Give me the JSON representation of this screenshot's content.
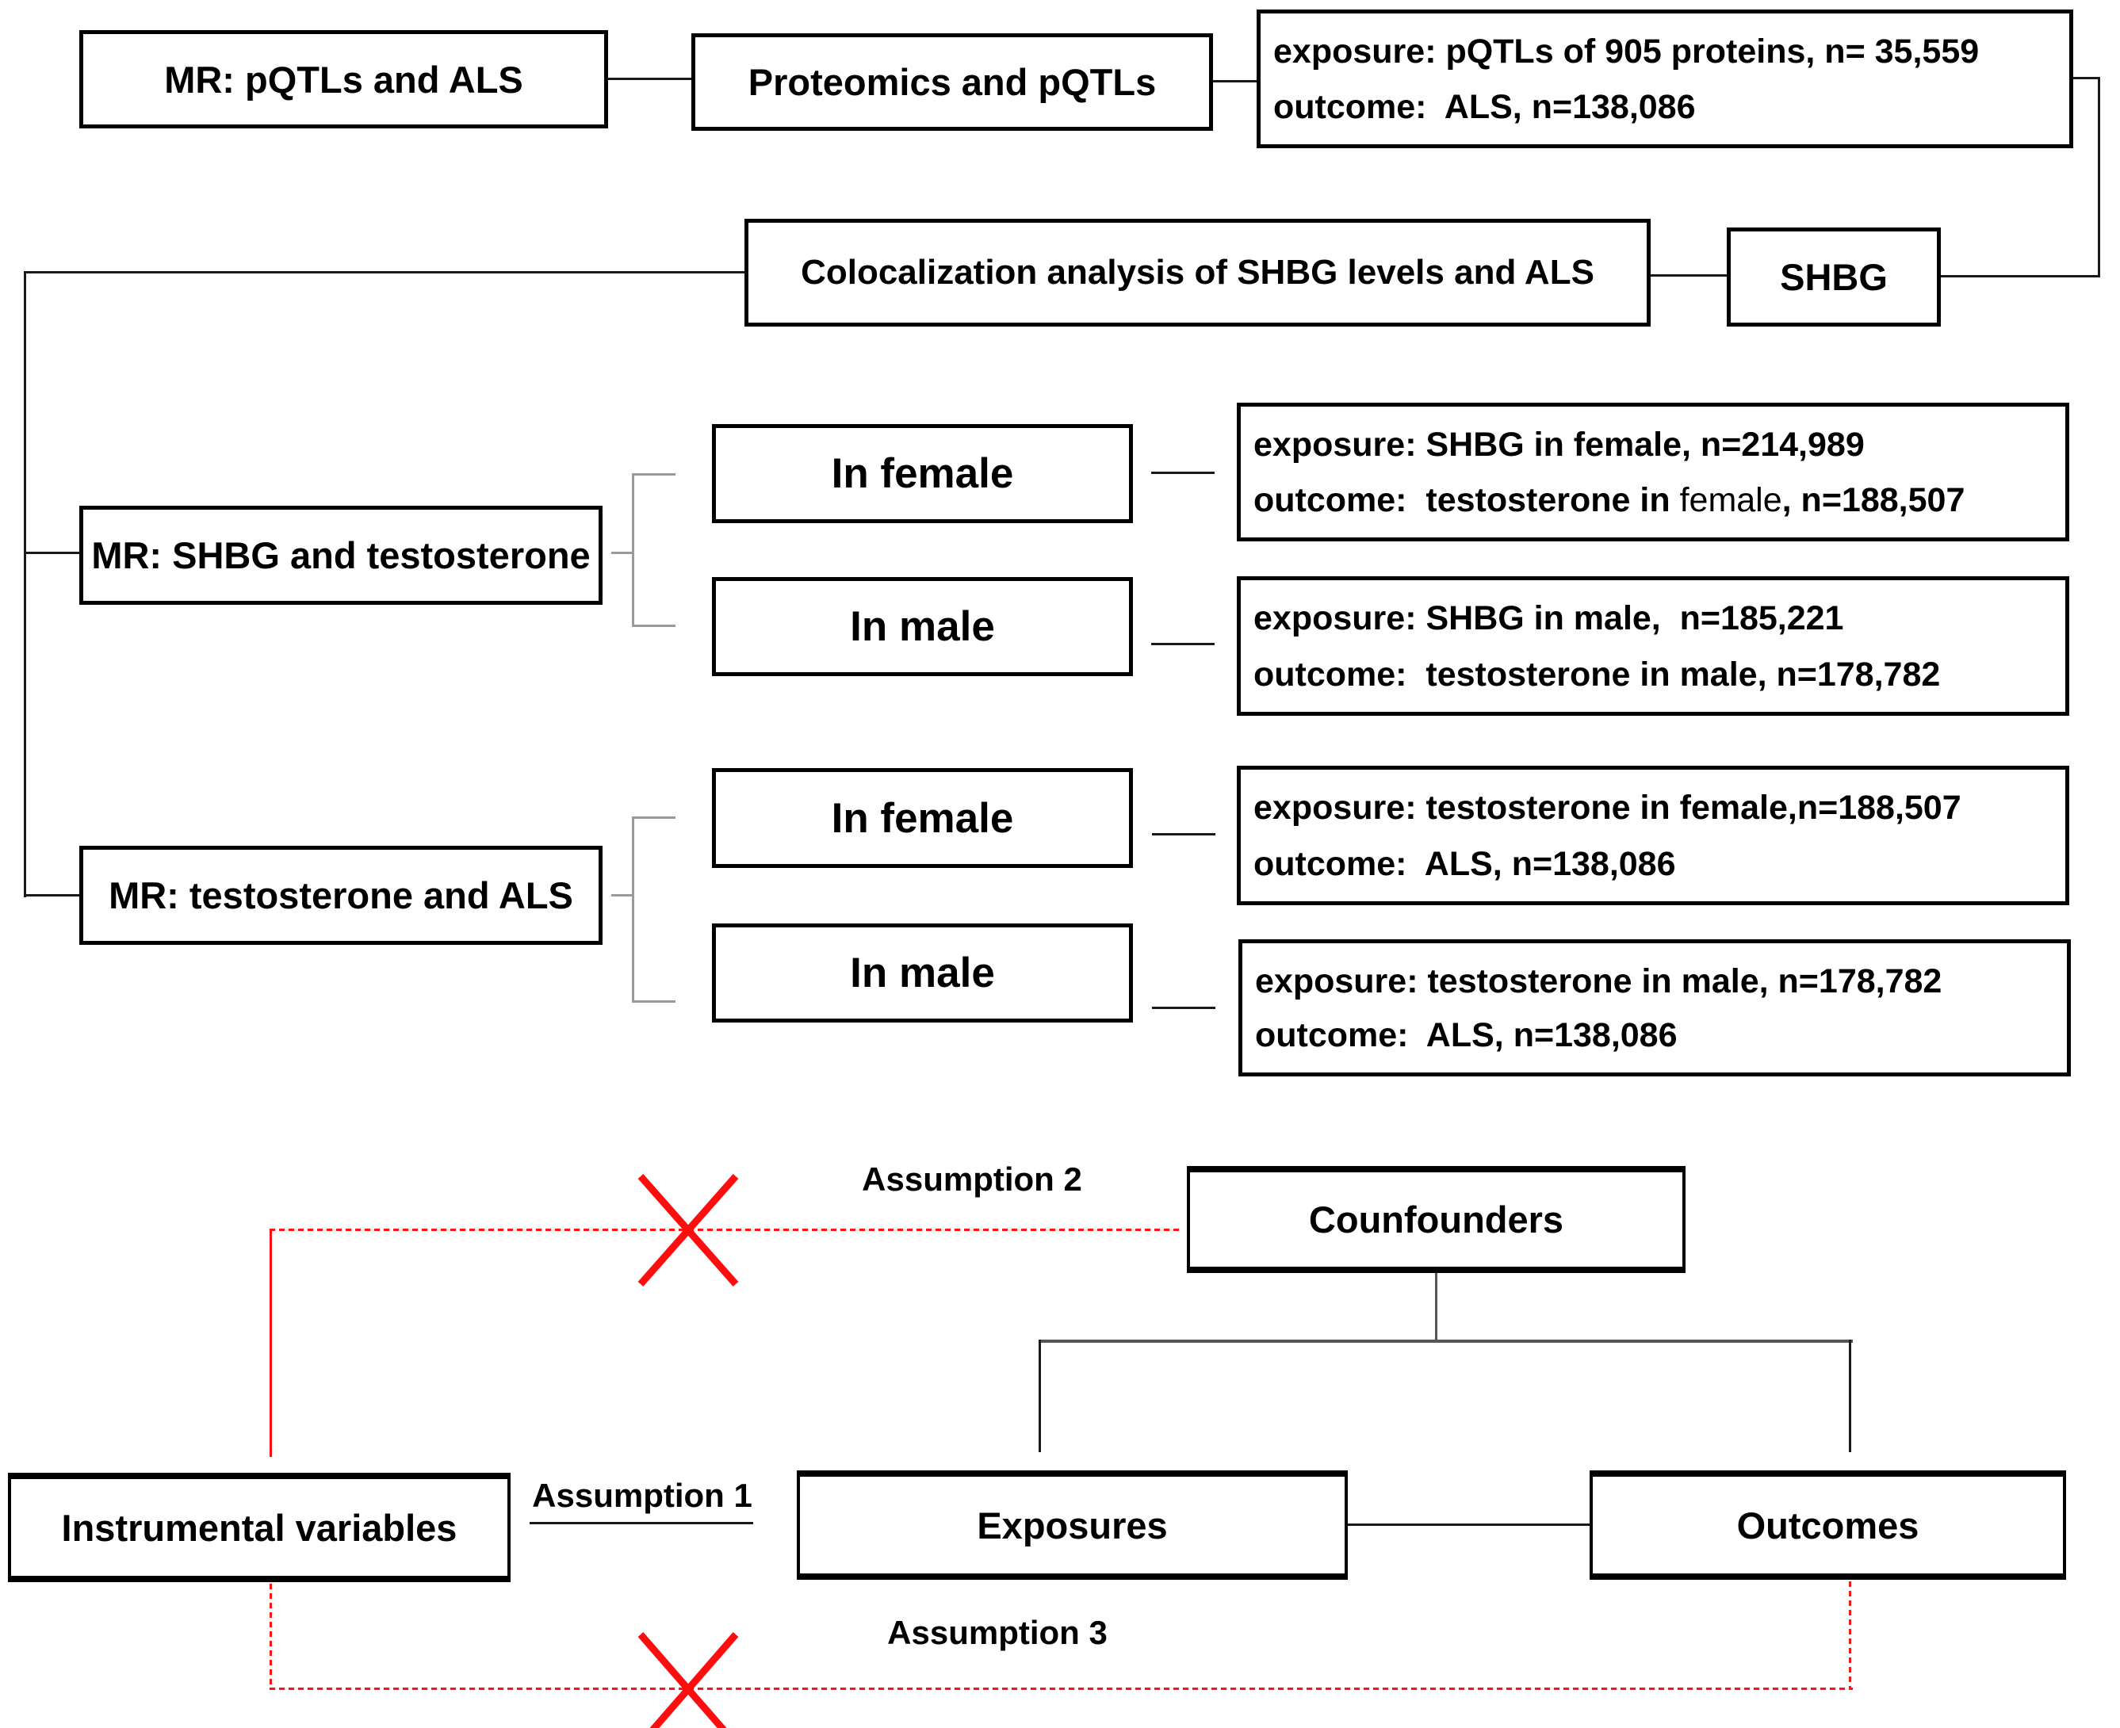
{
  "figure": {
    "top_flow": {
      "mr_pqtls_als": "MR: pQTLs and ALS",
      "proteomics": "Proteomics and pQTLs",
      "pqtls_detail": {
        "line1": "exposure: pQTLs of 905 proteins, n= 35,559",
        "line2": "outcome:  ALS, n=138,086"
      },
      "colocalization": "Colocalization analysis of SHBG levels and ALS",
      "shbg": "SHBG"
    },
    "mr_shbg_testosterone": {
      "label": "MR: SHBG and testosterone",
      "female_label": "In female",
      "male_label": "In male",
      "female_detail": {
        "line1": "exposure: SHBG in female, n=214,989",
        "line2_pre": "outcome:  testosterone in ",
        "line2_light": "female",
        "line2_post": ", n=188,507"
      },
      "male_detail": {
        "line1": "exposure: SHBG in male,  n=185,221",
        "line2": "outcome:  testosterone in male, n=178,782"
      }
    },
    "mr_testosterone_als": {
      "label": "MR: testosterone and ALS",
      "female_label": "In female",
      "male_label": "In male",
      "female_detail": {
        "line1": "exposure: testosterone in female,n=188,507",
        "line2": "outcome:  ALS, n=138,086"
      },
      "male_detail": {
        "line1": "exposure: testosterone in male, n=178,782",
        "line2": "outcome:  ALS, n=138,086"
      }
    },
    "dag": {
      "confounders": "Counfounders",
      "instrumental_variables": "Instrumental variables",
      "exposures": "Exposures",
      "outcomes": "Outcomes",
      "assumption1": "Assumption 1",
      "assumption2": "Assumption 2",
      "assumption3": "Assumption 3"
    },
    "colors": {
      "red": "#fd0d0d",
      "connector_black": "#1a1a1a",
      "branch_gray": "#555555",
      "bracket_gray": "#9a9a9a"
    }
  }
}
